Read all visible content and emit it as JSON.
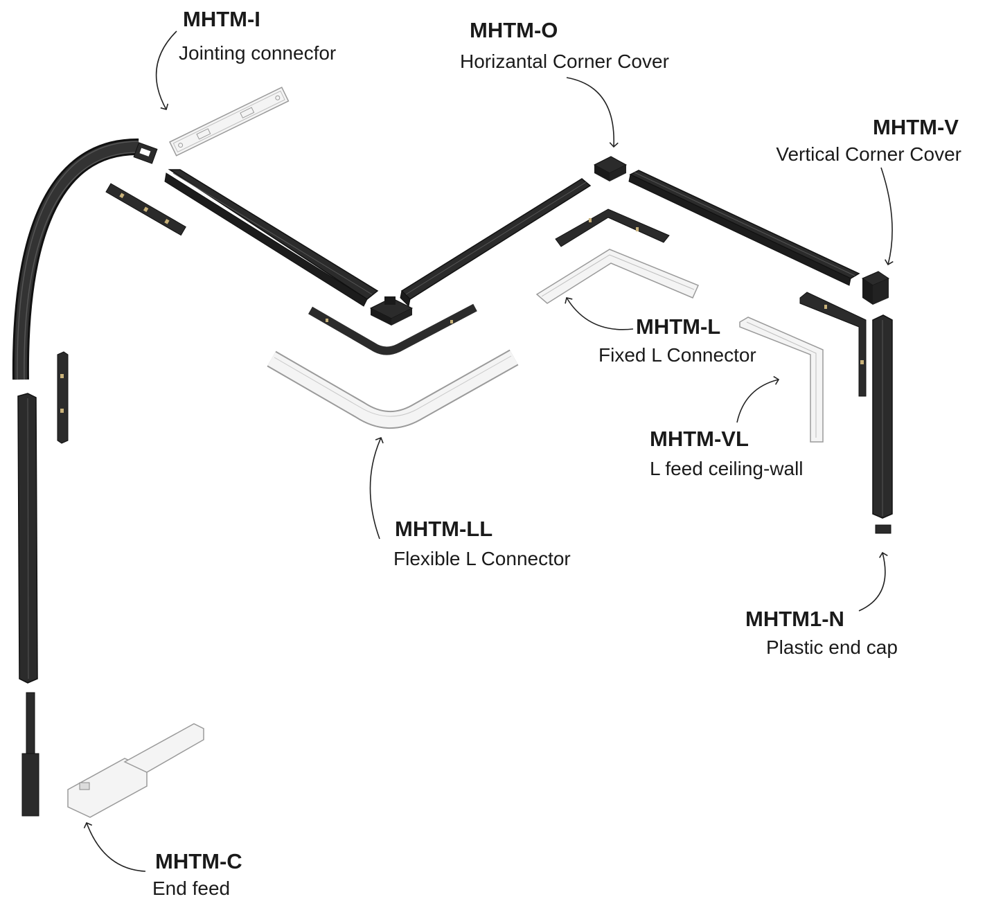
{
  "labels": {
    "mhtm_i": {
      "code": "MHTM-I",
      "desc": "Jointing connecfor"
    },
    "mhtm_o": {
      "code": "MHTM-O",
      "desc": "Horizantal Corner Cover"
    },
    "mhtm_v": {
      "code": "MHTM-V",
      "desc": "Vertical Corner Cover"
    },
    "mhtm_l": {
      "code": "MHTM-L",
      "desc": "Fixed L Connector"
    },
    "mhtm_vl": {
      "code": "MHTM-VL",
      "desc": "L feed ceiling-wall"
    },
    "mhtm_ll": {
      "code": "MHTM-LL",
      "desc": "Flexible L Connector"
    },
    "mhtm1_n": {
      "code": "MHTM1-N",
      "desc": "Plastic end cap"
    },
    "mhtm_c": {
      "code": "MHTM-C",
      "desc": "End feed"
    }
  },
  "colors": {
    "track": "#2b2b2b",
    "track_edge": "#111111",
    "connector_white": "#f4f4f4",
    "connector_outline": "#9a9a9a",
    "arrow": "#222222",
    "contact": "#c9b27a"
  }
}
